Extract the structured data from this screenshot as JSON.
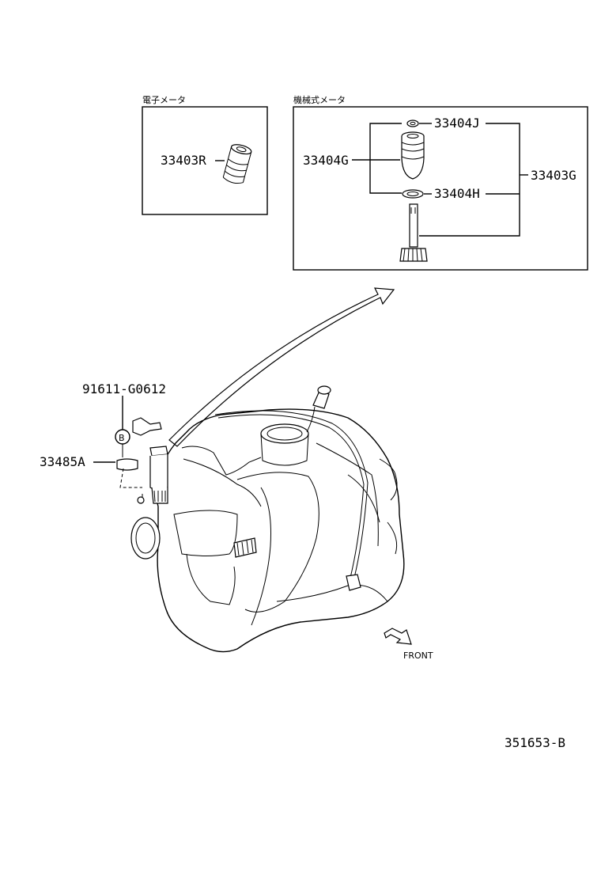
{
  "boxes": {
    "electronic_meter_caption": "電子メータ",
    "mechanical_meter_caption": "機械式メータ"
  },
  "callouts": {
    "p33403R": "33403R",
    "p33404J": "33404J",
    "p33404G": "33404G",
    "p33403G": "33403G",
    "p33404H": "33404H",
    "p91611": "91611-G0612",
    "pB": "B",
    "p33485A": "33485A"
  },
  "front_label": "FRONT",
  "diagram_id": "351653-B"
}
